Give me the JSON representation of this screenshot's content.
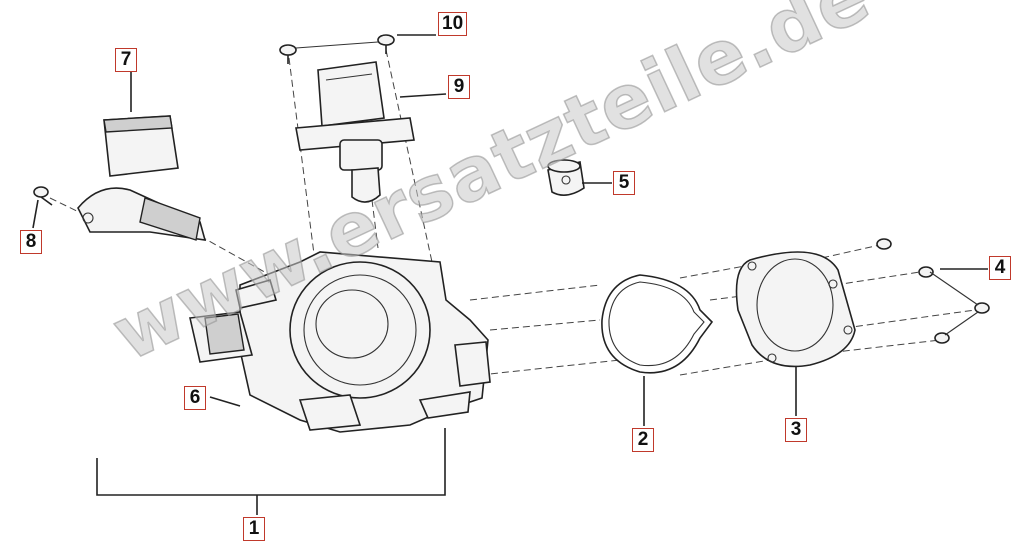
{
  "watermark": "www.ersatzteile.de",
  "callouts": [
    {
      "id": "1",
      "label": "1"
    },
    {
      "id": "2",
      "label": "2"
    },
    {
      "id": "3",
      "label": "3"
    },
    {
      "id": "4",
      "label": "4"
    },
    {
      "id": "5",
      "label": "5"
    },
    {
      "id": "6",
      "label": "6"
    },
    {
      "id": "7",
      "label": "7"
    },
    {
      "id": "8",
      "label": "8"
    },
    {
      "id": "9",
      "label": "9"
    },
    {
      "id": "10",
      "label": "10"
    }
  ],
  "colors": {
    "callout_border": "#c0392b",
    "line": "#222222",
    "watermark": "#c8c8c8"
  }
}
